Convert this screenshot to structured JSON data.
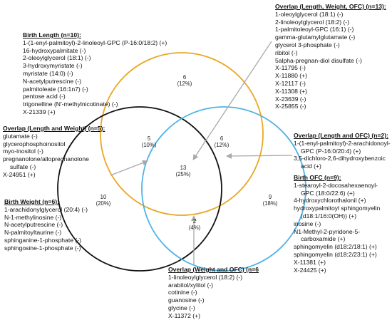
{
  "colors": {
    "birth_length_circle": "#E8A823",
    "birth_ofc_circle": "#4FB3E4",
    "birth_weight_circle": "#111111",
    "arrows": "#A9A9A9"
  },
  "regions": {
    "length_only": {
      "count": "6",
      "pct": "(12%)"
    },
    "length_weight": {
      "count": "5",
      "pct": "(10%)"
    },
    "length_ofc": {
      "count": "6",
      "pct": "(12%)"
    },
    "all_three": {
      "count": "13",
      "pct": "(25%)"
    },
    "weight_only": {
      "count": "10",
      "pct": "(20%)"
    },
    "weight_ofc": {
      "count": "2",
      "pct": "(4%)"
    },
    "ofc_only": {
      "count": "9",
      "pct": "(18%)"
    }
  },
  "groups": {
    "birth_length": {
      "title": "Birth Length (n=10):",
      "items": [
        "1-(1-enyl-palmitoyl)-2-linoleoyl-GPC (P-16:0/18:2) (+)",
        "16-hydroxypalmitate (-)",
        "2-oleoylglycerol (18:1) (-)",
        "3-hydroxymyristate (-)",
        "myristate (14:0) (-)",
        "N-acetylputrescine (-)",
        "palmitoleate (16:1n7) (-)",
        "pentose acid (-)",
        "trigonelline (N'-methylnicotinate) (-)",
        "X-21339 (+)"
      ]
    },
    "overlap_length_weight": {
      "title": "Overlap (Length and Weight) (n=5):",
      "items": [
        "glutamate (-)",
        "glycerophosphoinositol",
        "myo-inositol (-)",
        "pregnanolone/allopregnanolone",
        "sulfate (-)",
        "X-24951 (+)"
      ]
    },
    "birth_weight": {
      "title": "Birth Weight (n=6):",
      "items": [
        "1-arachidonylglycerol (20:4) (-)",
        "N-1-methylinosine (-)",
        "N-acetylputrescine (-)",
        "N-palmitoyltaurine (-)",
        "sphinganine-1-phosphate (-)",
        "sphingosine-1-phosphate (-)"
      ]
    },
    "overlap_length_weight_ofc": {
      "title": "Overlap (Length, Weight, OFC) (n=13):",
      "items": [
        "1-oleoylglycerol (18:1) (-)",
        "2-linoleoylglycerol (18:2) (-)",
        "1-palmitoleoyl-GPC (16:1) (-)",
        "gamma-glutamylglutamate (-)",
        "glycerol 3-phosphate (-)",
        "ribitol (-)",
        "5alpha-pregnan-diol disulfate (-)",
        "X-11795 (-)",
        "X-11880 (+)",
        "X-12117 (-)",
        "X-11308 (+)",
        "X-23639 (-)",
        "X-25855 (-)"
      ]
    },
    "overlap_length_ofc": {
      "title": "Overlap (Length and OFC) (n=2):",
      "items": [
        "1-(1-enyl-palmitoyl)-2-arachidonoyl-",
        "GPC (P-16:0/20:4) (+)",
        "3,5-dichloro-2,6-dihydroxybenzoic",
        "acid (+)"
      ]
    },
    "birth_ofc": {
      "title": "Birth OFC (n=9):",
      "items": [
        "1-stearoyl-2-docosahexaenoyl-",
        "GPC (18:0/22:6) (+)",
        "4-hydroxychlorothalonil (+)",
        "hydroxypalmitoyl sphingomyelin",
        "(d18:1/16:0(OH)) (+)",
        "inosine (-)",
        "N1-Methyl-2-pyridone-5-",
        "carboxamide (+)",
        "sphingomyelin (d18:2/18:1) (+)",
        "sphingomyelin (d18:2/23:1) (+)",
        "X-11381 (+)",
        "X-24425 (+)"
      ]
    },
    "overlap_weight_ofc": {
      "title": "Overlap (Weight and OFC) (n=6",
      "items": [
        "1-linoleoylglycerol (18:2) (-)",
        "arabitol/xylitol (-)",
        "cotinine (-)",
        "guanosine (-)",
        "glycine (-)",
        "X-11372 (+)"
      ]
    }
  }
}
